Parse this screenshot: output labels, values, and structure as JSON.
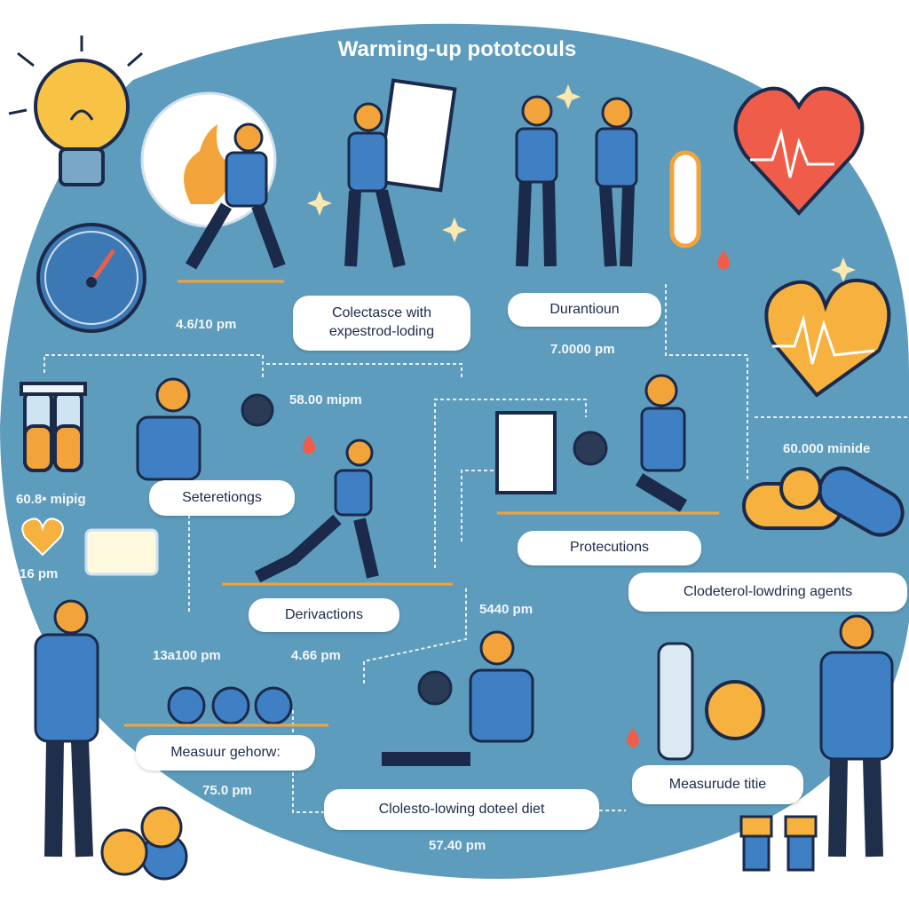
{
  "title": "Warming-up pototcouls",
  "labels": {
    "colectasce_line1": "Colectasce with",
    "colectasce_line2": "expestrod-loding",
    "durantioun": "Durantioun",
    "seteretiongs": "Seteretiongs",
    "protecutions": "Protecutions",
    "clodeterol": "Clodeterol-lowdring agents",
    "derivactions": "Derivactions",
    "measuur": "Measuur gehorw:",
    "clolesto": "Clolesto-lowing doteel diet",
    "measurude": "Measurude titie"
  },
  "times": {
    "t1": "4.6/10 pm",
    "t2": "7.0000 pm",
    "t3": "58.00 mipm",
    "t4": "60.8• mipig",
    "t5": "16 pm",
    "t6": "60.000 minide",
    "t7": "5440 pm",
    "t8": "13a100 pm",
    "t9": "4.66 pm",
    "t10": "75.0 pm",
    "t11": "57.40 pm"
  },
  "colors": {
    "background_blob": "#5e9cbd",
    "accent_orange": "#f2b33d",
    "heart_red": "#ef5d4a",
    "navy": "#1b2a4a",
    "shirt_blue": "#3f7fc4"
  }
}
